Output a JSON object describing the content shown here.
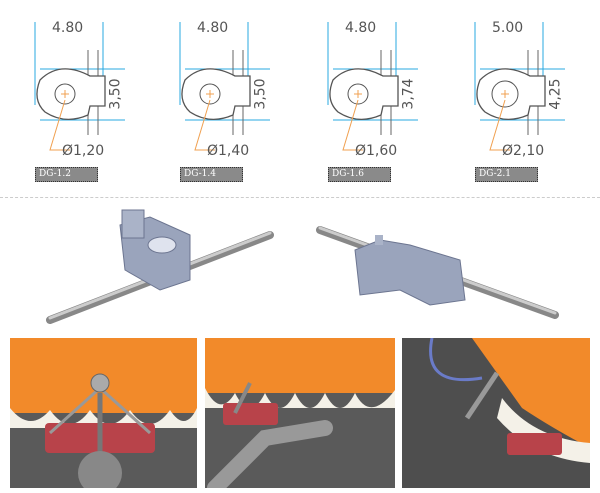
{
  "guides": [
    {
      "width": "4.80",
      "height": "3,50",
      "diameter": "Ø1,20",
      "label": "DG-1.2"
    },
    {
      "width": "4.80",
      "height": "3,50",
      "diameter": "Ø1,40",
      "label": "DG-1.4"
    },
    {
      "width": "4.80",
      "height": "3,74",
      "diameter": "Ø1,60",
      "label": "DG-1.6"
    },
    {
      "width": "5.00",
      "height": "4,25",
      "diameter": "Ø2,10",
      "label": "DG-2.1"
    }
  ],
  "colors": {
    "dimension_line": "#29a8e0",
    "leader": "#f0a050",
    "gum": "#f28a2a",
    "tooth": "#f4f1e8",
    "guide_block": "#b8434a"
  }
}
